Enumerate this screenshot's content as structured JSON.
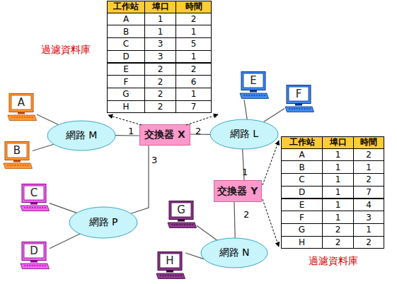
{
  "diagram": {
    "nodes": [
      {
        "text": [
          "A"
        ]
      },
      {
        "text": [
          "B"
        ]
      },
      {
        "text": [
          "網路 M"
        ]
      },
      {
        "text": [
          "交換器 X"
        ]
      },
      {
        "text": [
          "網路 L"
        ]
      },
      {
        "text": [
          "E"
        ]
      },
      {
        "text": [
          "F"
        ]
      },
      {
        "text": [
          "交換器 Y"
        ]
      },
      {
        "text": [
          "C"
        ]
      },
      {
        "text": [
          "網路 P"
        ]
      },
      {
        "text": [
          "D"
        ]
      },
      {
        "text": [
          "G"
        ]
      },
      {
        "text": [
          "網路 N"
        ]
      },
      {
        "text": [
          "H"
        ]
      }
    ],
    "edges": [
      {
        "from": 0,
        "to": 2,
        "arrow": "none"
      },
      {
        "from": 1,
        "to": 2,
        "arrow": "none"
      },
      {
        "from": 2,
        "to": 3,
        "arrow": "none",
        "label": "1"
      },
      {
        "from": 3,
        "to": 4,
        "arrow": "none",
        "label": "2"
      },
      {
        "from": 3,
        "to": 9,
        "arrow": "none",
        "label": "3"
      },
      {
        "from": 5,
        "to": 4,
        "arrow": "none"
      },
      {
        "from": 6,
        "to": 4,
        "arrow": "none"
      },
      {
        "from": 4,
        "to": 7,
        "arrow": "none",
        "label": "1"
      },
      {
        "from": 7,
        "to": 12,
        "arrow": "none",
        "label": "2"
      },
      {
        "from": 8,
        "to": 9,
        "arrow": "none"
      },
      {
        "from": 10,
        "to": 9,
        "arrow": "none"
      },
      {
        "from": 11,
        "to": 12,
        "arrow": "none"
      },
      {
        "from": 13,
        "to": 12,
        "arrow": "none"
      }
    ],
    "labels": [
      "過濾資料庫",
      "工作站",
      "埠口",
      "時間",
      "A",
      "1",
      "2",
      "B",
      "1",
      "1",
      "C",
      "3",
      "5",
      "D",
      "3",
      "1",
      "E",
      "2",
      "2",
      "F",
      "2",
      "6",
      "G",
      "2",
      "1",
      "H",
      "2",
      "7",
      "過濾資料庫",
      "工作站",
      "埠口",
      "時間",
      "A",
      "1",
      "2",
      "B",
      "1",
      "1",
      "C",
      "1",
      "2",
      "D",
      "1",
      "7",
      "E",
      "1",
      "4",
      "F",
      "1",
      "3",
      "G",
      "2",
      "1",
      "H",
      "2",
      "2"
    ]
  }
}
